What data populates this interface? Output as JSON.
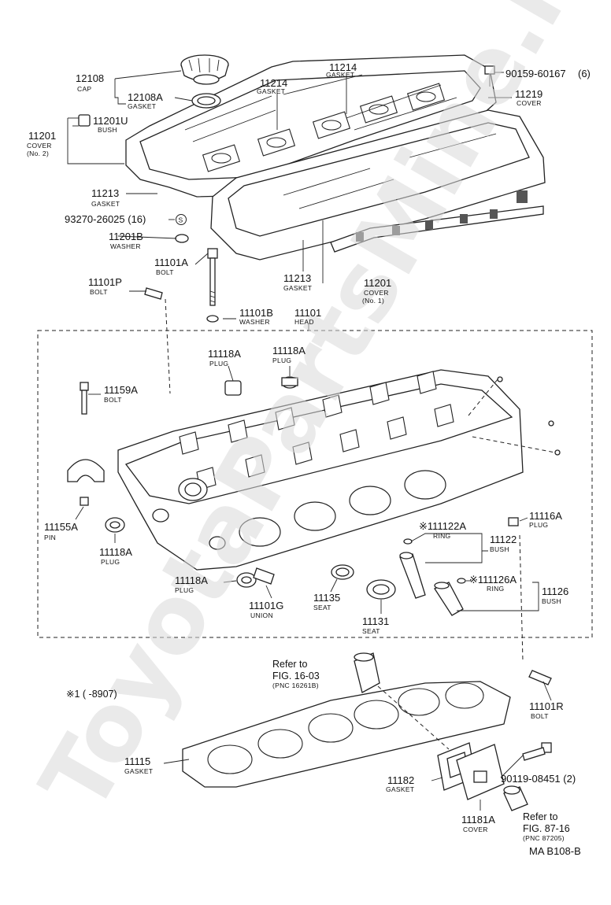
{
  "watermark": "ToyotaPartsMine.ru",
  "diagram_code": "MA B108-B",
  "footnote": "※1 (     -8907)",
  "parts": [
    {
      "id": "p12108",
      "number": "12108",
      "name": "CAP"
    },
    {
      "id": "p12108A",
      "number": "12108A",
      "name": "GASKET"
    },
    {
      "id": "p11201U",
      "number": "11201U",
      "name": "BUSH"
    },
    {
      "id": "p11201c2",
      "number": "11201",
      "name": "COVER",
      "note": "(No. 2)"
    },
    {
      "id": "p11214a",
      "number": "11214",
      "name": "GASKET"
    },
    {
      "id": "p11214b",
      "number": "11214",
      "name": "GASKET"
    },
    {
      "id": "p90159",
      "number": "90159-60167",
      "qty": "(6)"
    },
    {
      "id": "p11219",
      "number": "11219",
      "name": "COVER"
    },
    {
      "id": "p11213a",
      "number": "11213",
      "name": "GASKET"
    },
    {
      "id": "p93270",
      "number": "93270-26025 (16)",
      "mark": "S"
    },
    {
      "id": "p11201B",
      "number": "11201B",
      "name": "WASHER"
    },
    {
      "id": "p11101A",
      "number": "11101A",
      "name": "BOLT"
    },
    {
      "id": "p11101P",
      "number": "11101P",
      "name": "BOLT"
    },
    {
      "id": "p11213b",
      "number": "11213",
      "name": "GASKET"
    },
    {
      "id": "p11201c1",
      "number": "11201",
      "name": "COVER",
      "note": "(No. 1)"
    },
    {
      "id": "p11101B",
      "number": "11101B",
      "name": "WASHER"
    },
    {
      "id": "p11101",
      "number": "11101",
      "name": "HEAD"
    },
    {
      "id": "p11118A1",
      "number": "11118A",
      "name": "PLUG"
    },
    {
      "id": "p11118A2",
      "number": "11118A",
      "name": "PLUG"
    },
    {
      "id": "p11159A",
      "number": "11159A",
      "name": "BOLT"
    },
    {
      "id": "p11155A",
      "number": "11155A",
      "name": "PIN"
    },
    {
      "id": "p11118A3",
      "number": "11118A",
      "name": "PLUG"
    },
    {
      "id": "p11116A",
      "number": "11116A",
      "name": "PLUG"
    },
    {
      "id": "p11122A",
      "number": "※111122A",
      "name": "RING"
    },
    {
      "id": "p11122",
      "number": "11122",
      "name": "BUSH"
    },
    {
      "id": "p11118A4",
      "number": "11118A",
      "name": "PLUG"
    },
    {
      "id": "p11101G",
      "number": "11101G",
      "name": "UNION"
    },
    {
      "id": "p11135",
      "number": "11135",
      "name": "SEAT"
    },
    {
      "id": "p11131",
      "number": "11131",
      "name": "SEAT"
    },
    {
      "id": "p11126A",
      "number": "※111126A",
      "name": "RING"
    },
    {
      "id": "p11126",
      "number": "11126",
      "name": "BUSH"
    },
    {
      "id": "p11101R",
      "number": "11101R",
      "name": "BOLT"
    },
    {
      "id": "p11115",
      "number": "11115",
      "name": "GASKET"
    },
    {
      "id": "p90119",
      "number": "90119-08451 (2)"
    },
    {
      "id": "p11182",
      "number": "11182",
      "name": "GASKET"
    },
    {
      "id": "p11181A",
      "number": "11181A",
      "name": "COVER"
    }
  ],
  "references": [
    {
      "line1": "Refer to",
      "line2": "FIG. 16-03",
      "pnc": "(PNC 16261B)"
    },
    {
      "line1": "Refer to",
      "line2": "FIG. 87-16",
      "pnc": "(PNC 87205)"
    }
  ]
}
